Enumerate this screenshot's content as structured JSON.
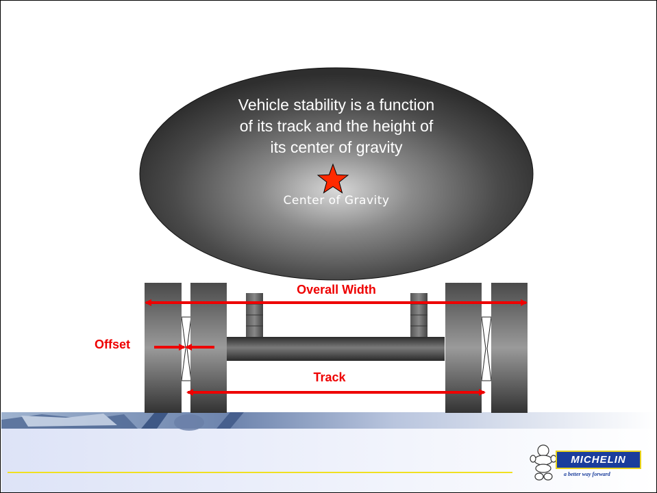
{
  "diagram": {
    "ellipse_text": [
      "Vehicle stability is a function",
      "of its track and the height of",
      "its center of gravity"
    ],
    "center_of_gravity_label": "Center of Gravity",
    "dimension_labels": {
      "overall_width": "Overall Width",
      "offset": "Offset",
      "track": "Track"
    },
    "colors": {
      "dimension_red": "#ee0000",
      "star_fill": "#ff2a00",
      "body_dark": "#2f2f2f",
      "footer_line": "#f0e020"
    }
  },
  "footer": {
    "logo_text": "MICHELIN",
    "logo_tagline": "a better way forward",
    "logo_icon": "bibendum-icon"
  }
}
